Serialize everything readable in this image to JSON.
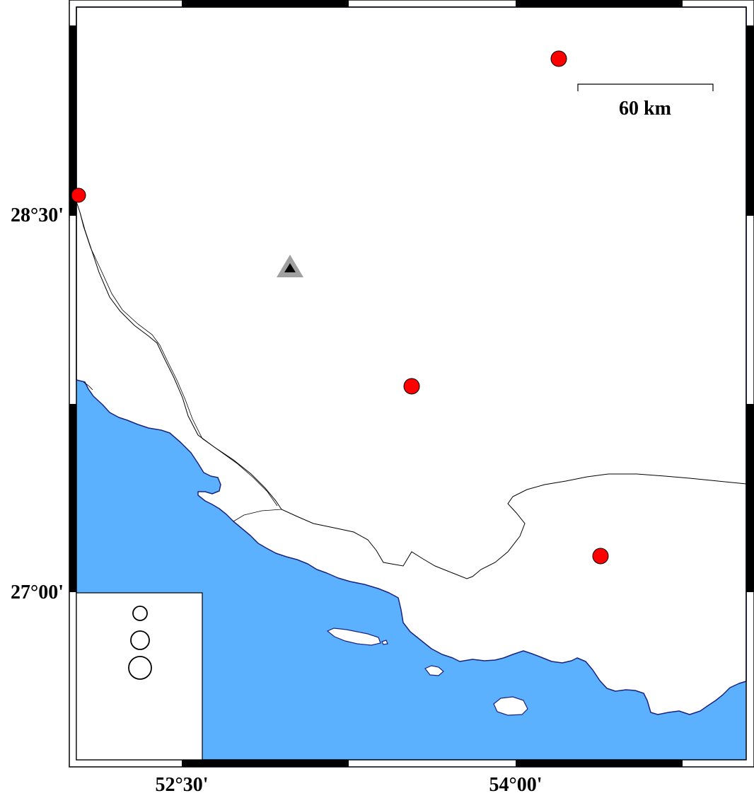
{
  "map": {
    "colors": {
      "sea": "#5cb1fe",
      "land": "#ffffff",
      "coastline": "#1a237e",
      "border": "#000000",
      "event_fill": "#ff0000",
      "event_stroke": "#000000",
      "station_outer": "#a0a0a0",
      "station_inner": "#000000"
    },
    "axes": {
      "x_ticks": [
        {
          "label": "52°30'"
        },
        {
          "label": "54°00'"
        }
      ],
      "y_ticks": [
        {
          "label": "28°30'"
        },
        {
          "label": "27°00'"
        }
      ]
    },
    "scale_bar": {
      "label": "60 km"
    },
    "events": [
      {
        "id": "event-1"
      },
      {
        "id": "event-2"
      },
      {
        "id": "event-3"
      },
      {
        "id": "event-4"
      }
    ],
    "station": {
      "symbol": "triangle"
    },
    "legend": {
      "symbols": [
        "small-circle",
        "medium-circle",
        "large-circle"
      ]
    }
  }
}
